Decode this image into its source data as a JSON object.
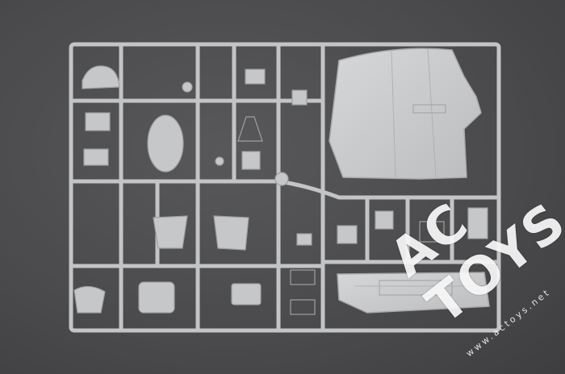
{
  "image": {
    "subject": "plastic model kit sprue",
    "background_color": "#4d4d4f",
    "plastic_color": "#c9cacb"
  },
  "watermark": {
    "logo_text": "AC TOYS",
    "url_text": "www.actoys.net"
  }
}
